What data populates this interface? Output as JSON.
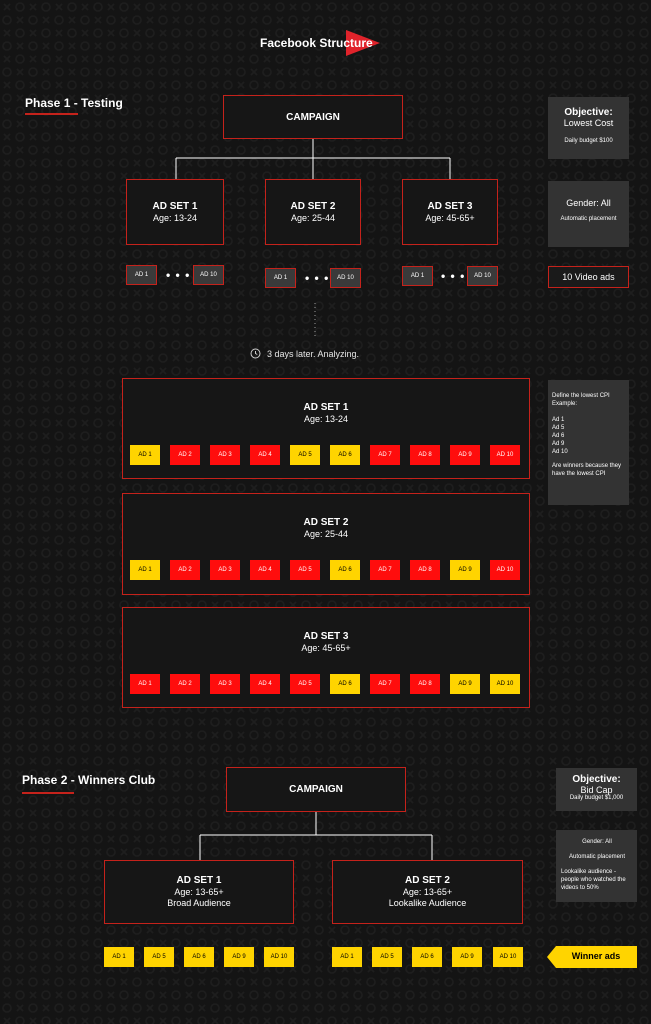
{
  "header": {
    "title": "Facebook Structure"
  },
  "colors": {
    "accent": "#c5221b",
    "red_ad": "#ff0d0d",
    "yellow_ad": "#ffd400",
    "side_panel": "#333333"
  },
  "phase1": {
    "label": "Phase 1 - Testing",
    "campaign": "CAMPAIGN",
    "adsets": [
      {
        "name": "AD SET 1",
        "age": "Age: 13-24"
      },
      {
        "name": "AD SET 2",
        "age": "Age: 25-44"
      },
      {
        "name": "AD SET 3",
        "age": "Age: 45-65+"
      }
    ],
    "ad_first": "AD 1",
    "ad_last": "AD 10",
    "ellipsis": "• • •",
    "side": {
      "objective_label": "Objective:",
      "objective_value": "Lowest Cost",
      "budget": "Daily budget $100",
      "gender": "Gender: All",
      "placement": "Automatic placement",
      "video_ads": "10 Video ads"
    },
    "wait_text": "3 days later. Analyzing."
  },
  "analysis": {
    "adsets": [
      {
        "name": "AD SET 1",
        "age": "Age: 13-24",
        "ads": [
          {
            "label": "AD 1",
            "state": "yellow"
          },
          {
            "label": "AD 2",
            "state": "red"
          },
          {
            "label": "AD 3",
            "state": "red"
          },
          {
            "label": "AD 4",
            "state": "red"
          },
          {
            "label": "AD 5",
            "state": "yellow"
          },
          {
            "label": "AD 6",
            "state": "yellow"
          },
          {
            "label": "AD 7",
            "state": "red"
          },
          {
            "label": "AD 8",
            "state": "red"
          },
          {
            "label": "AD 9",
            "state": "red"
          },
          {
            "label": "AD 10",
            "state": "red"
          }
        ]
      },
      {
        "name": "AD SET 2",
        "age": "Age: 25-44",
        "ads": [
          {
            "label": "AD 1",
            "state": "yellow"
          },
          {
            "label": "AD 2",
            "state": "red"
          },
          {
            "label": "AD 3",
            "state": "red"
          },
          {
            "label": "AD 4",
            "state": "red"
          },
          {
            "label": "AD 5",
            "state": "red"
          },
          {
            "label": "AD 6",
            "state": "yellow"
          },
          {
            "label": "AD 7",
            "state": "red"
          },
          {
            "label": "AD 8",
            "state": "red"
          },
          {
            "label": "AD 9",
            "state": "yellow"
          },
          {
            "label": "AD 10",
            "state": "red"
          }
        ]
      },
      {
        "name": "AD SET 3",
        "age": "Age: 45-65+",
        "ads": [
          {
            "label": "AD 1",
            "state": "red"
          },
          {
            "label": "AD 2",
            "state": "red"
          },
          {
            "label": "AD 3",
            "state": "red"
          },
          {
            "label": "AD 4",
            "state": "red"
          },
          {
            "label": "AD 5",
            "state": "red"
          },
          {
            "label": "AD 6",
            "state": "yellow"
          },
          {
            "label": "AD 7",
            "state": "red"
          },
          {
            "label": "AD 8",
            "state": "red"
          },
          {
            "label": "AD 9",
            "state": "yellow"
          },
          {
            "label": "AD 10",
            "state": "yellow"
          }
        ]
      }
    ],
    "note": {
      "heading": "Define the lowest CPI",
      "example": "Example:",
      "ads": [
        "Ad 1",
        "Ad 5",
        "Ad 6",
        "Ad 9",
        "Ad 10"
      ],
      "conclusion": "Are winners because they have the lowest CPI"
    }
  },
  "phase2": {
    "label": "Phase 2 - Winners Club",
    "campaign": "CAMPAIGN",
    "adsets": [
      {
        "name": "AD SET 1",
        "age": "Age: 13-65+",
        "audience": "Broad Audience"
      },
      {
        "name": "AD SET 2",
        "age": "Age: 13-65+",
        "audience": "Lookalike Audience"
      }
    ],
    "winner_ads": [
      "AD 1",
      "AD 5",
      "AD 6",
      "AD 9",
      "AD 10"
    ],
    "side": {
      "objective_label": "Objective:",
      "objective_value": "Bid Cap",
      "budget": "Daily budget $1,000",
      "gender": "Gender: All",
      "placement": "Automatic placement",
      "lookalike": "Lookalike audience - people who watched the videos to 50%",
      "winner_label": "Winner ads"
    }
  }
}
